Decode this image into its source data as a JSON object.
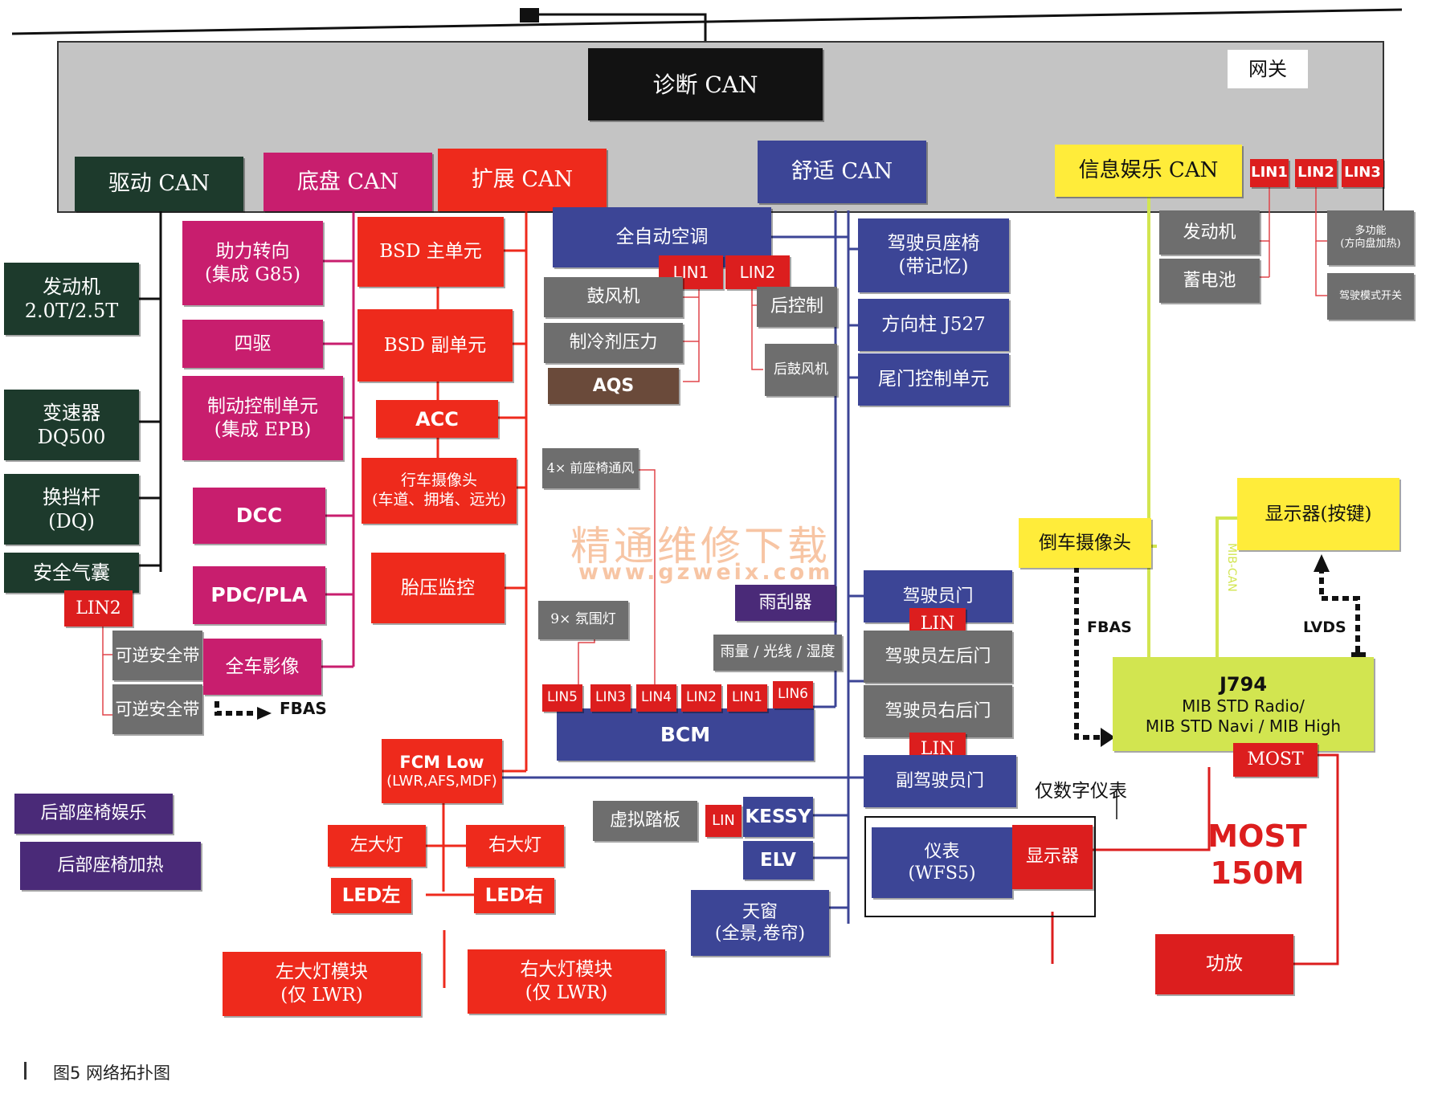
{
  "title": "诊断 CAN",
  "gateway": "网关",
  "buses": {
    "drive": "驱动 CAN",
    "chassis": "底盘 CAN",
    "ext": "扩展 CAN",
    "comfort": "舒适 CAN",
    "info": "信息娱乐 CAN"
  },
  "info_lin": [
    "LIN1",
    "LIN2",
    "LIN3"
  ],
  "drive_nodes": [
    {
      "l1": "发动机",
      "l2": "2.0T/2.5T"
    },
    {
      "l1": "变速器",
      "l2": "DQ500"
    },
    {
      "l1": "换挡杆",
      "l2": "(DQ)"
    },
    {
      "l1": "安全气囊"
    }
  ],
  "drive_lin": "LIN2",
  "belts": [
    "可逆安全带",
    "可逆安全带"
  ],
  "fbas": "FBAS",
  "chassis_nodes": [
    {
      "l1": "助力转向",
      "l2": "(集成 G85)"
    },
    {
      "l1": "四驱"
    },
    {
      "l1": "制动控制单元",
      "l2": "(集成 EPB)"
    },
    {
      "l1": "DCC"
    },
    {
      "l1": "PDC/PLA"
    },
    {
      "l1": "全车影像"
    }
  ],
  "ext_nodes": [
    {
      "l1": "BSD 主单元"
    },
    {
      "l1": "BSD 副单元"
    },
    {
      "l1": "ACC"
    },
    {
      "l1": "行车摄像头",
      "l2": "(车道、拥堵、远光)"
    },
    {
      "l1": "胎压监控"
    }
  ],
  "fcm": {
    "l1": "FCM Low",
    "l2": "(LWR,AFS,MDF)"
  },
  "lights": [
    "左大灯",
    "右大灯",
    "LED左",
    "LED右"
  ],
  "light_modules": [
    {
      "l1": "左大灯模块",
      "l2": "(仅 LWR)"
    },
    {
      "l1": "右大灯模块",
      "l2": "(仅 LWR)"
    }
  ],
  "rear": [
    "后部座椅娱乐",
    "后部座椅加热"
  ],
  "climate": {
    "title": "全自动空调",
    "lin": [
      "LIN1",
      "LIN2"
    ],
    "sub1": [
      "鼓风机",
      "制冷剂压力",
      "AQS"
    ],
    "sub2": [
      "后控制",
      "后鼓风机"
    ]
  },
  "misc": {
    "vent": "4× 前座椅通风",
    "ambient": "9× 氛围灯",
    "wiper": "雨刮器",
    "rain": "雨量 / 光线 / 湿度"
  },
  "bcm": {
    "title": "BCM",
    "lin": [
      "LIN5",
      "LIN3",
      "LIN4",
      "LIN2",
      "LIN1",
      "LIN6"
    ]
  },
  "comfort_nodes": [
    {
      "l1": "驾驶员座椅",
      "l2": "(带记忆)"
    },
    {
      "l1": "方向柱 J527"
    },
    {
      "l1": "尾门控制单元"
    }
  ],
  "doors": {
    "d1": "驾驶员门",
    "d2": "驾驶员左后门",
    "d3": "驾驶员右后门",
    "d4": "副驾驶员门",
    "lin": "LIN"
  },
  "kessy": {
    "pedal": "虚拟踏板",
    "lin": "LIN",
    "kessy": "KESSY",
    "elv": "ELV",
    "roof1": "天窗",
    "roof2": "(全景,卷帘)"
  },
  "cluster": {
    "l1": "仪表",
    "l2": "(WFS5)",
    "display": "显示器",
    "note": "仅数字仪表"
  },
  "info_nodes": {
    "engine": "发动机",
    "battery": "蓄电池",
    "multi1": "多功能",
    "multi2": "(方向盘加热)",
    "mode": "驾驶模式开关"
  },
  "reverse_cam": "倒车摄像头",
  "display_keys": "显示器(按键)",
  "mib_can": "MIB-CAN",
  "lvds": "LVDS",
  "j794": {
    "l1": "J794",
    "l2": "MIB STD Radio/",
    "l3": "MIB STD Navi / MIB High"
  },
  "most": "MOST",
  "most150": {
    "l1": "MOST",
    "l2": "150M"
  },
  "amp": "功放",
  "watermark": {
    "l1": "精通维修下载",
    "l2": "www.gzweix.com"
  },
  "caption": "图5  网络拓扑图",
  "colors": {
    "drive": "#1d3a2c",
    "chassis": "#c81e6e",
    "ext": "#ee2a1c",
    "comfort": "#3c4596",
    "info": "#ffec3a",
    "gray": "#6e6e6e",
    "lin": "#dc1e1e",
    "purple": "#4a2a78",
    "brown": "#6a4a3a"
  }
}
